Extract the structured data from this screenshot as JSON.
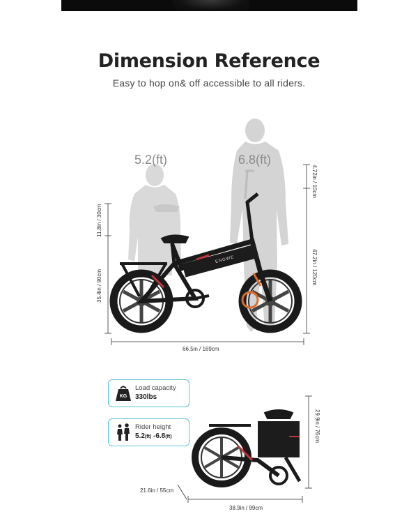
{
  "header": {
    "title": "Dimension Reference",
    "subtitle": "Easy to hop on& off accessible to all riders."
  },
  "figures": {
    "short_height": "5.2(ft)",
    "tall_height": "6.8(ft)"
  },
  "dimensions": {
    "head_clearance": "4.72in / 10cm",
    "seat_adjust": "11.8in / 30cm",
    "seat_height": "35.4in / 90cm",
    "handlebar_height": "47.2in / 120cm",
    "length": "66.5in / 169cm",
    "folded_height": "29.9in / 76cm",
    "folded_width": "21.6in / 55cm",
    "folded_length": "38.9in / 99cm"
  },
  "bike": {
    "brand": "ENGWE"
  },
  "specs": {
    "load": {
      "label": "Load capacity",
      "value": "330lbs",
      "icon": "kg-weight-icon",
      "icon_text": "KG"
    },
    "rider": {
      "label": "Rider height",
      "value_a": "5.2",
      "unit_a": "(ft)",
      "sep": " -",
      "value_b": "6.8",
      "unit_b": "(ft)",
      "icon": "people-icon"
    }
  },
  "colors": {
    "accent_border": "#58c4d6",
    "silhouette": "#d8d8d8",
    "bike": "#1a1a1a"
  }
}
